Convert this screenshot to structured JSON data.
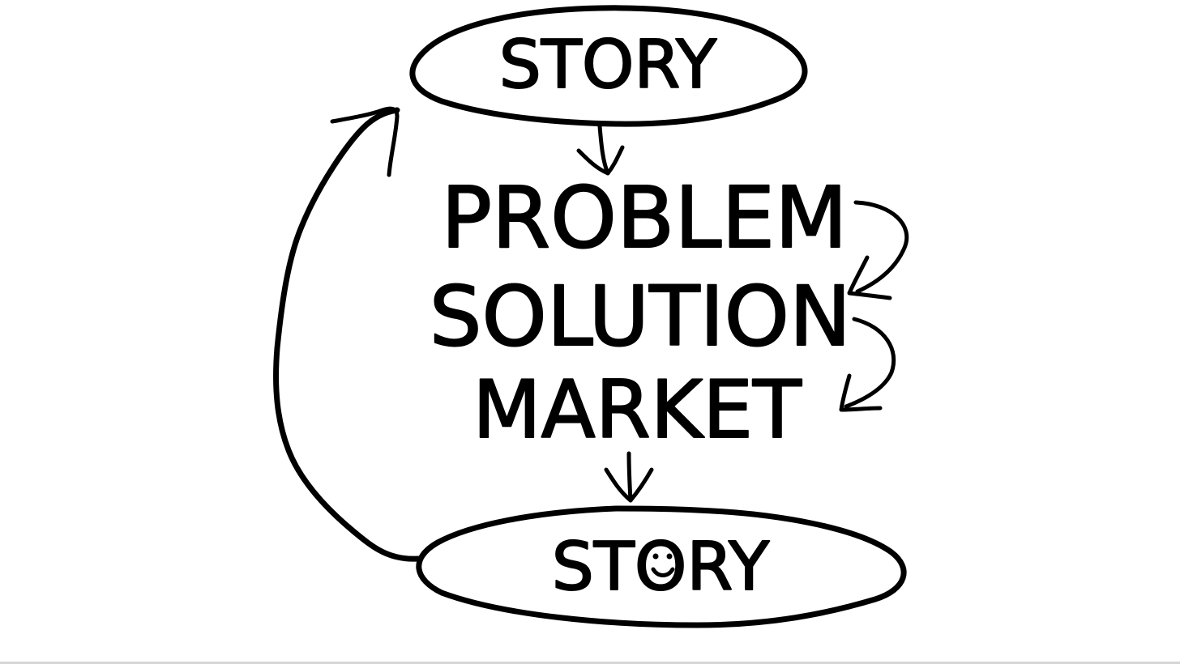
{
  "diagram": {
    "nodes": {
      "top_story": "STORY",
      "problem": "PROBLEM",
      "solution": "SOLUTION",
      "market": "MARKET",
      "bottom_story": "STORY"
    },
    "edges": [
      {
        "from": "top_story",
        "to": "problem"
      },
      {
        "from": "problem",
        "to": "solution"
      },
      {
        "from": "solution",
        "to": "market"
      },
      {
        "from": "market",
        "to": "bottom_story"
      },
      {
        "from": "bottom_story",
        "to": "top_story"
      }
    ],
    "ink_color": "#000000",
    "background_color": "#ffffff"
  }
}
